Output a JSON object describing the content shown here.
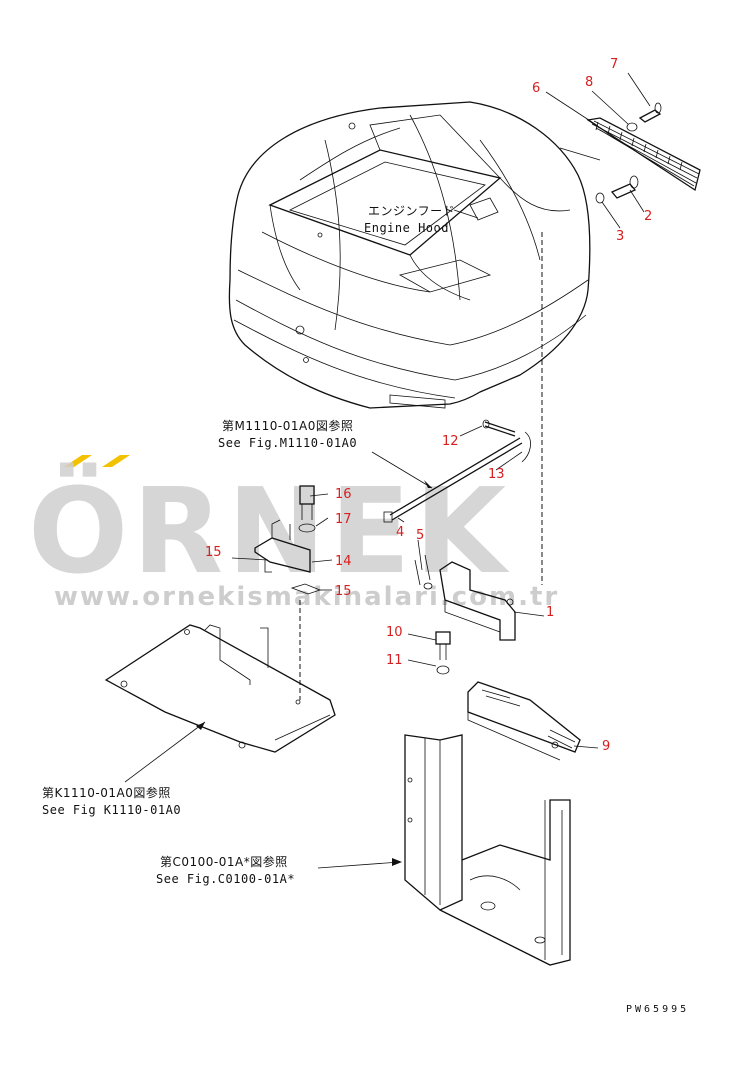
{
  "watermark": {
    "brand": "ÖRNEK",
    "url": "www.ornekismakinalari.com.tr",
    "accent_color": "#f2c200"
  },
  "labels": {
    "engine_hood_jp": "エンジンフード",
    "engine_hood_en": "Engine Hood",
    "ref_m_jp": "第M1110-01A0図参照",
    "ref_m_en": "See Fig.M1110-01A0",
    "ref_k_jp": "第K1110-01A0図参照",
    "ref_k_en": "See Fig K1110-01A0",
    "ref_c_jp": "第C0100-01A*図参照",
    "ref_c_en": "See Fig.C0100-01A*",
    "drawing_code": "PW65995"
  },
  "callouts": [
    "1",
    "2",
    "3",
    "4",
    "5",
    "6",
    "7",
    "8",
    "9",
    "10",
    "11",
    "12",
    "13",
    "14",
    "15",
    "15",
    "16",
    "17"
  ],
  "colors": {
    "callout": "#d62020",
    "line": "#111111"
  }
}
